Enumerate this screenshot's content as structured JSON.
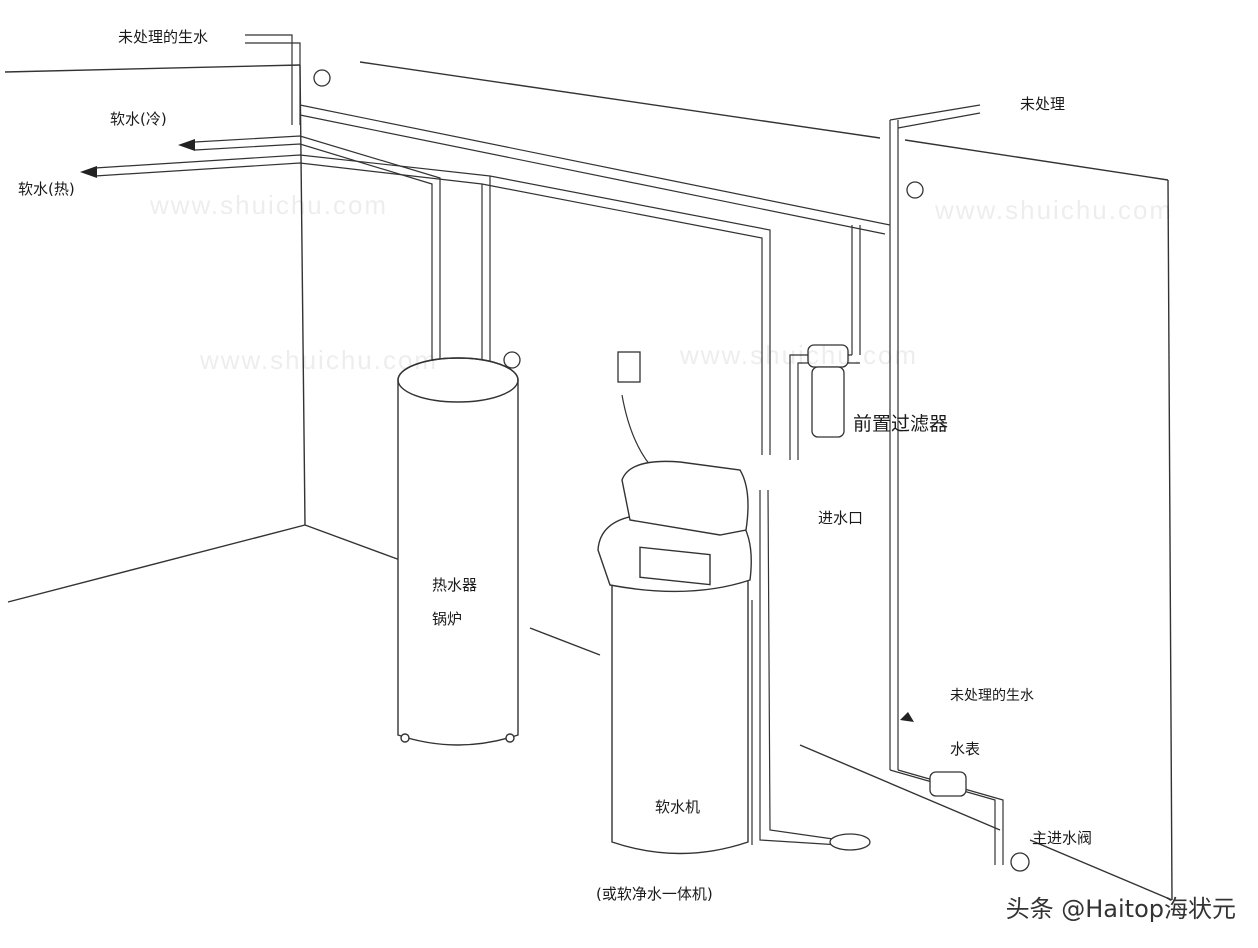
{
  "labels": {
    "raw_water_top": "未处理的生水",
    "raw_right": "未处理",
    "soft_cold": "软水(冷)",
    "soft_hot": "软水(热)",
    "pre_filter": "前置过滤器",
    "water_inlet": "进水口",
    "water_heater": "热水器",
    "boiler": "锅炉",
    "softener": "软水机",
    "raw_water_bottom": "未处理的生水",
    "water_meter": "水表",
    "main_valve": "主进水阀",
    "caption": "(或软净水一体机)"
  },
  "credit": "头条 @Haitop海状元"
}
